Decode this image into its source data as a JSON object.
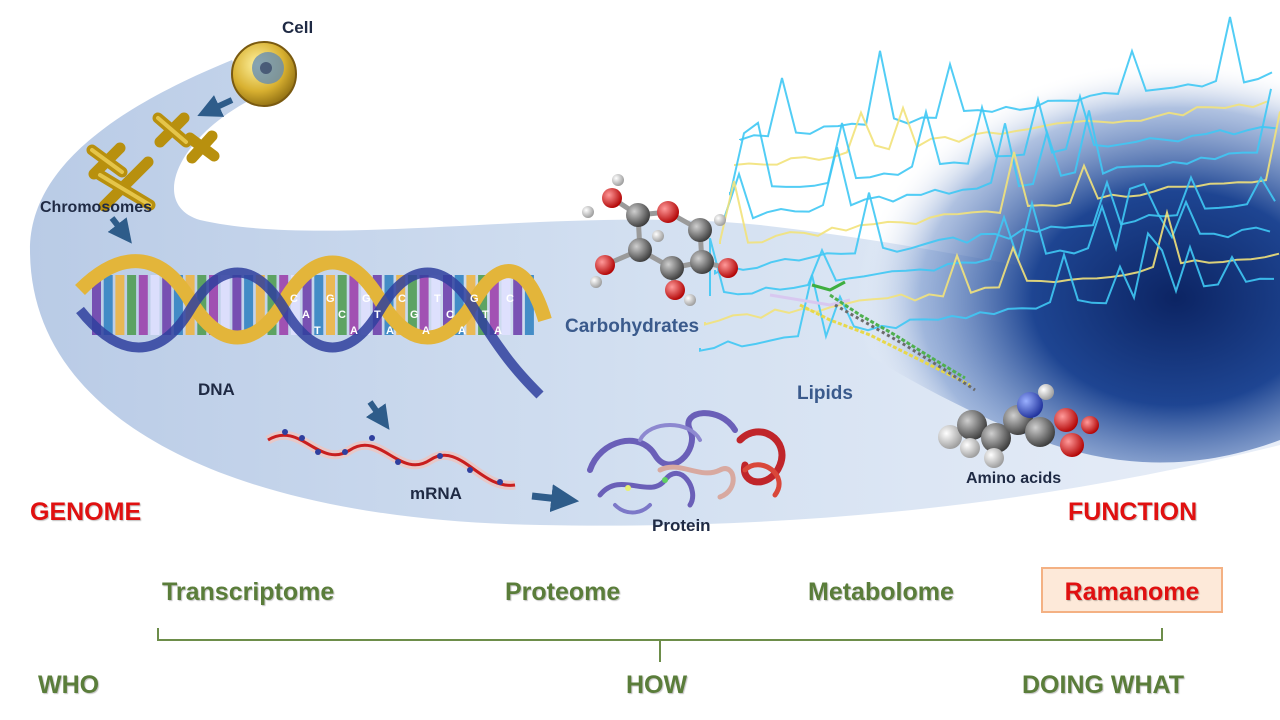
{
  "figure": {
    "stages": {
      "cell": "Cell",
      "chromosomes": "Chromosomes",
      "dna": "DNA",
      "mrna": "mRNA",
      "protein": "Protein"
    },
    "molecules": {
      "carbohydrates": "Carbohydrates",
      "lipids": "Lipids",
      "amino_acids": "Amino acids"
    },
    "dna_bases": [
      "C",
      "A",
      "T",
      "G",
      "C",
      "A",
      "G",
      "T",
      "A",
      "C",
      "G",
      "A",
      "T",
      "C",
      "A",
      "G",
      "T",
      "A",
      "C"
    ],
    "endpoints": {
      "left": "GENOME",
      "right": "FUNCTION"
    },
    "omics": {
      "transcriptome": "Transcriptome",
      "proteome": "Proteome",
      "metabolome": "Metabolome",
      "ramanome": "Ramanome"
    },
    "bottom": {
      "who": "WHO",
      "how": "HOW",
      "doing_what": "DOING WHAT"
    }
  },
  "colors": {
    "band": "#c9d9ef",
    "arrow": "#2e5c8a",
    "label_dark": "#1f2a44",
    "molecule_label": "#3a5a8c",
    "endpoint_red": "#e01010",
    "omics_green": "#5a7d3a",
    "bracket": "#6d8d4a",
    "ramanome_box_fill": "#fde9d9",
    "ramanome_box_border": "#f4b183",
    "spectra_bg": "#0c2463",
    "spectrum_cyan": "#3fc8f4",
    "spectrum_yellow": "#f2e27a"
  }
}
